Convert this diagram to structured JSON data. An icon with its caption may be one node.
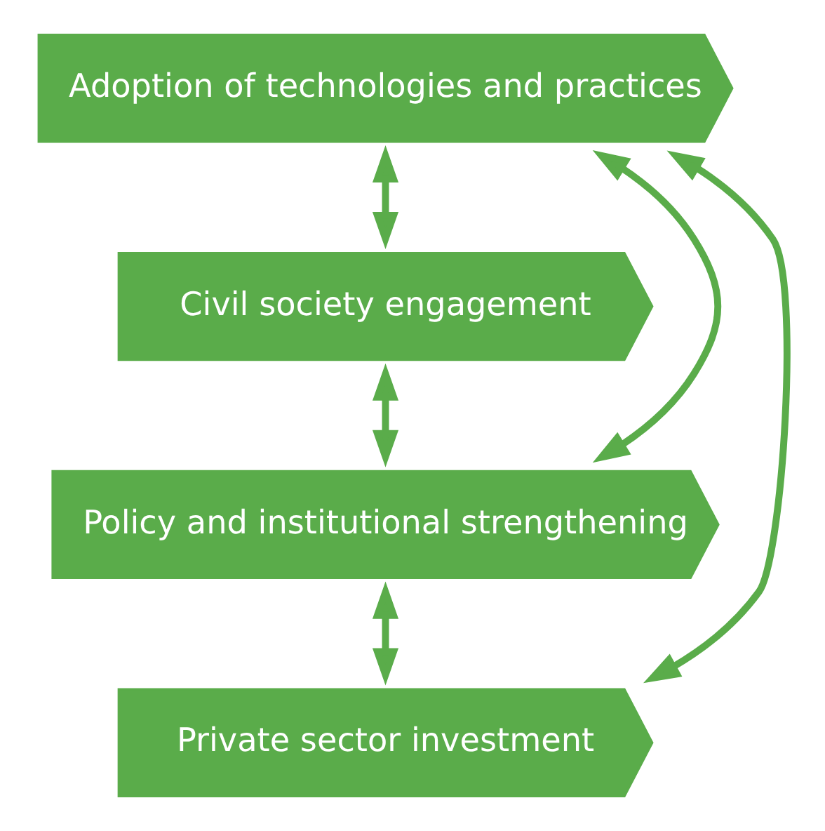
{
  "diagram": {
    "nodes": [
      {
        "text": [
          "Adoption of technologies and practices"
        ]
      },
      {
        "text": [
          "Civil society engagement"
        ]
      },
      {
        "text": [
          "Policy and institutional strengthening"
        ]
      },
      {
        "text": [
          "Private sector investment"
        ]
      }
    ],
    "edges": [
      {
        "from": 0,
        "to": 3,
        "arrow": "both"
      },
      {
        "from": 0,
        "to": 2,
        "arrow": "both"
      },
      {
        "from": 0,
        "to": 1,
        "arrow": "both"
      },
      {
        "from": 1,
        "to": 2,
        "arrow": "both"
      },
      {
        "from": 2,
        "to": 3,
        "arrow": "both"
      }
    ]
  }
}
